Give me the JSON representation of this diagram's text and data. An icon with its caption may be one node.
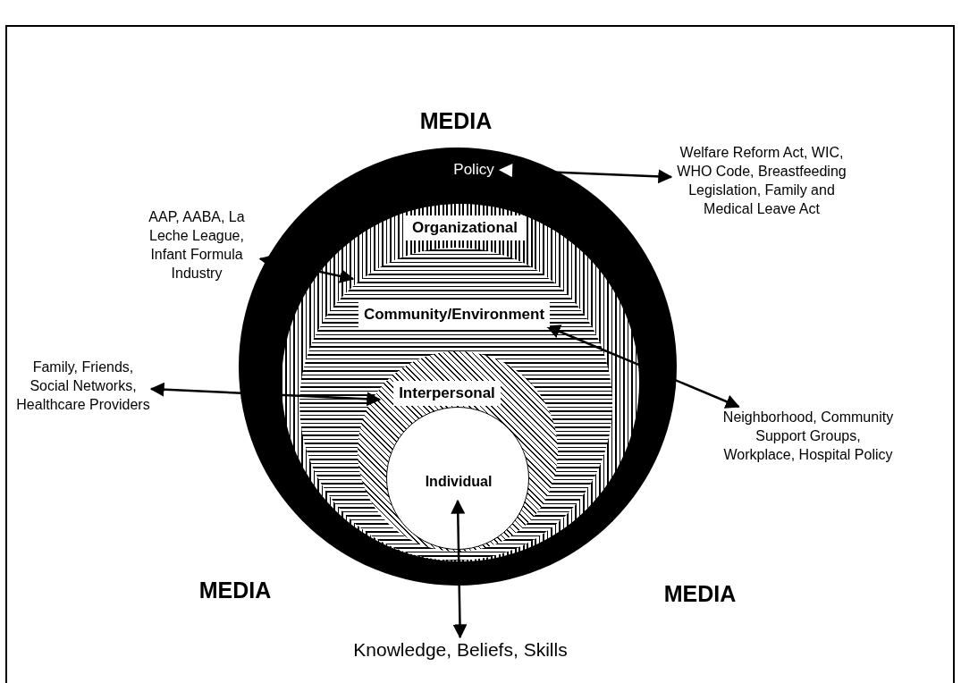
{
  "diagram": {
    "nodes": [
      {
        "text": [
          "Policy"
        ]
      },
      {
        "text": [
          "Organizational"
        ],
        "in": 0
      },
      {
        "text": [
          "Community/Environment"
        ],
        "in": 1
      },
      {
        "text": [
          "Interpersonal"
        ],
        "in": 2
      },
      {
        "text": [
          "Individual"
        ],
        "in": 3
      },
      {
        "text": [
          "Welfare Reform Act, WIC, WHO Code, Breastfeeding Legislation, Family and Medical Leave Act"
        ]
      },
      {
        "text": [
          "AAP, AABA, La Leche League, Infant Formula Industry"
        ]
      },
      {
        "text": [
          "Family, Friends, Social Networks, Healthcare Providers"
        ]
      },
      {
        "text": [
          "Neighborhood, Community Support Groups, Workplace, Hospital Policy"
        ]
      },
      {
        "text": [
          "Knowledge, Beliefs, Skills"
        ]
      }
    ],
    "edges": [
      {
        "from": 0,
        "to": 5,
        "arrow": "both"
      },
      {
        "from": 6,
        "to": 1,
        "arrow": "both"
      },
      {
        "from": 7,
        "to": 3,
        "arrow": "both"
      },
      {
        "from": 2,
        "to": 8,
        "arrow": "both"
      },
      {
        "from": 4,
        "to": 9,
        "arrow": "both"
      }
    ],
    "labels": [
      "MEDIA",
      "MEDIA",
      "MEDIA"
    ]
  }
}
